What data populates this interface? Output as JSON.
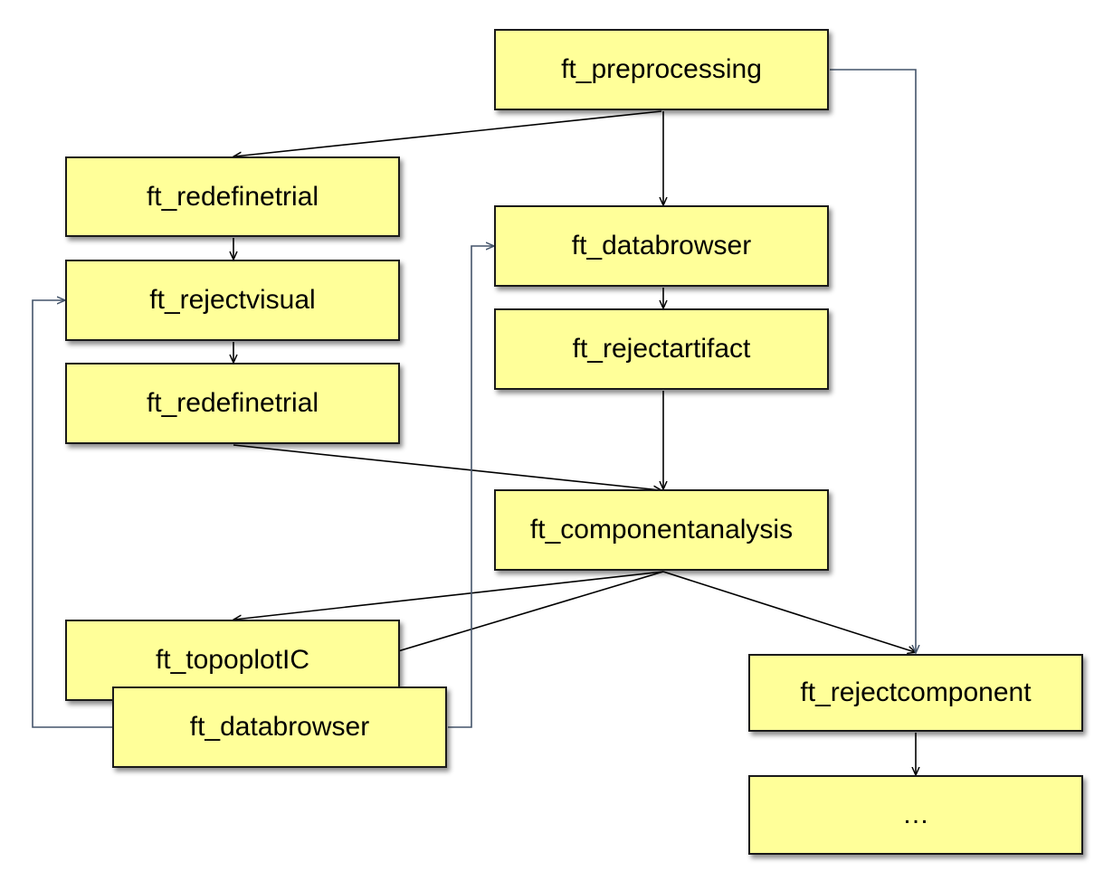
{
  "nodes": {
    "preprocessing": "ft_preprocessing",
    "redefinetrial_1": "ft_redefinetrial",
    "databrowser_1": "ft_databrowser",
    "rejectvisual": "ft_rejectvisual",
    "rejectartifact": "ft_rejectartifact",
    "redefinetrial_2": "ft_redefinetrial",
    "componentanalysis": "ft_componentanalysis",
    "topoplotic": "ft_topoplotIC",
    "databrowser_2": "ft_databrowser",
    "rejectcomponent": "ft_rejectcomponent",
    "continuation": "…"
  },
  "colors": {
    "box_fill": "#ffff99",
    "box_border": "#1a1a1a",
    "arrow_primary": "#000000",
    "arrow_feedback": "#44546a"
  }
}
